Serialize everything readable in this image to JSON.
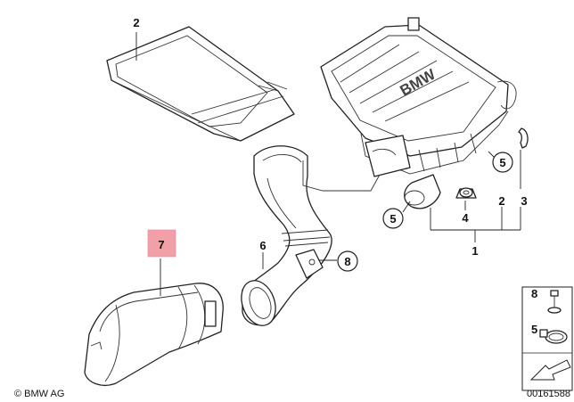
{
  "diagram": {
    "callouts": [
      {
        "id": "c2-top",
        "text": "2"
      },
      {
        "id": "c5-right",
        "text": "5"
      },
      {
        "id": "c2-mid",
        "text": "2"
      },
      {
        "id": "c3",
        "text": "3"
      },
      {
        "id": "c5-left",
        "text": "5"
      },
      {
        "id": "c4",
        "text": "4"
      },
      {
        "id": "c1",
        "text": "1"
      },
      {
        "id": "c6",
        "text": "6"
      },
      {
        "id": "c8",
        "text": "8"
      },
      {
        "id": "c7",
        "text": "7"
      }
    ],
    "legend": [
      {
        "text": "8"
      },
      {
        "text": "5"
      }
    ],
    "highlight_color": "#f2a0a8",
    "copyright": "© BMW AG",
    "image_number": "00161588"
  }
}
